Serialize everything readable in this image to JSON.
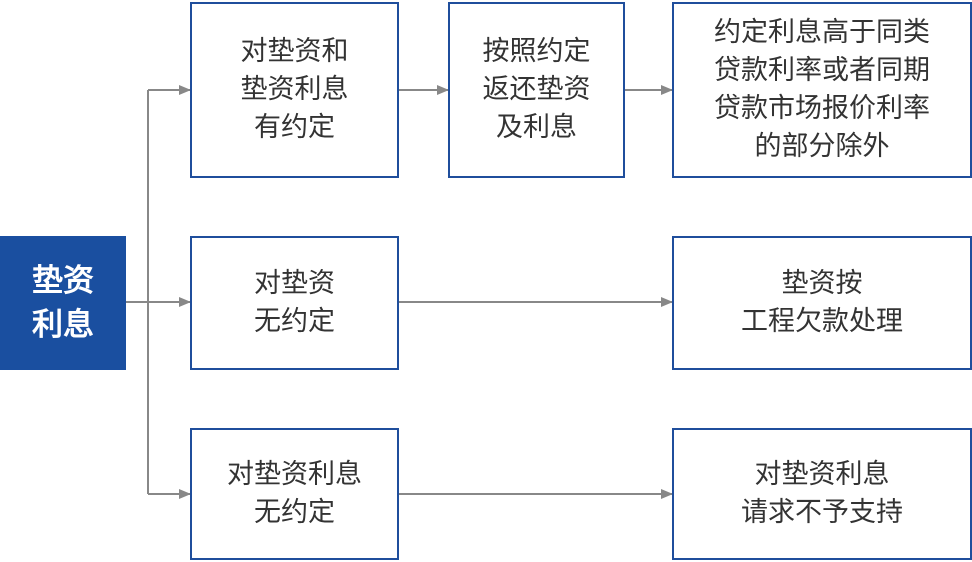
{
  "root": {
    "label": "垫资\n利息"
  },
  "branches": [
    {
      "condition": "对垫资和\n垫资利息\n有约定",
      "step": "按照约定\n返还垫资\n及利息",
      "result": "约定利息高于同类\n贷款利率或者同期\n贷款市场报价利率\n的部分除外"
    },
    {
      "condition": "对垫资\n无约定",
      "result": "垫资按\n工程欠款处理"
    },
    {
      "condition": "对垫资利息\n无约定",
      "result": "对垫资利息\n请求不予支持"
    }
  ],
  "colors": {
    "box_border": "#1f4e9c",
    "root_fill": "#1a4fa0",
    "connector": "#888888",
    "text": "#333333"
  }
}
